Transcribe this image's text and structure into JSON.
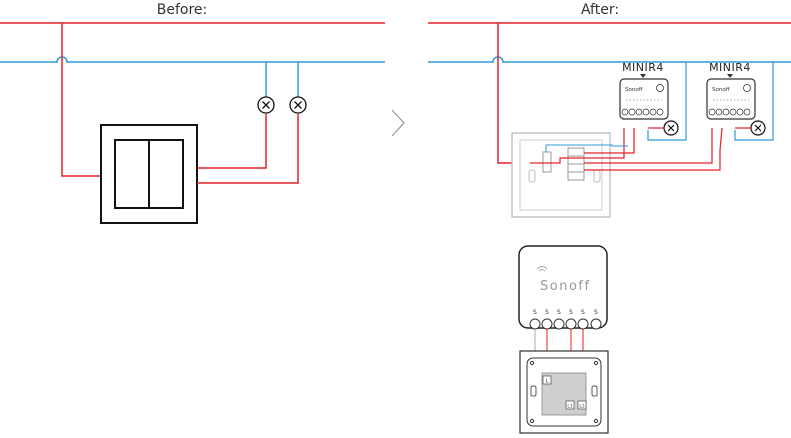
{
  "panels": {
    "before_title": "Before:",
    "after_title": "After:"
  },
  "device": {
    "model_label": "MINIR4",
    "brand_small": "Sonoff",
    "brand_large": "Sonoff",
    "terminals": [
      "S",
      "S",
      "S",
      "S",
      "S",
      "S"
    ],
    "terminal_subscripts": [
      "",
      "",
      "",
      "",
      "",
      ""
    ],
    "switch_terminals": [
      "L",
      "L1",
      "L2"
    ]
  },
  "colors": {
    "live_wire": "#e0202a",
    "neutral_wire": "#2f9ad8",
    "outline": "#111111",
    "switch_box_grey": "#cfcfcf",
    "device_grey": "#888888"
  },
  "icons": {
    "lamp": "lamp-icon",
    "next": "chevron-right-icon",
    "wifi": "wifi-icon",
    "up_arrow": "triangle-up-icon"
  }
}
